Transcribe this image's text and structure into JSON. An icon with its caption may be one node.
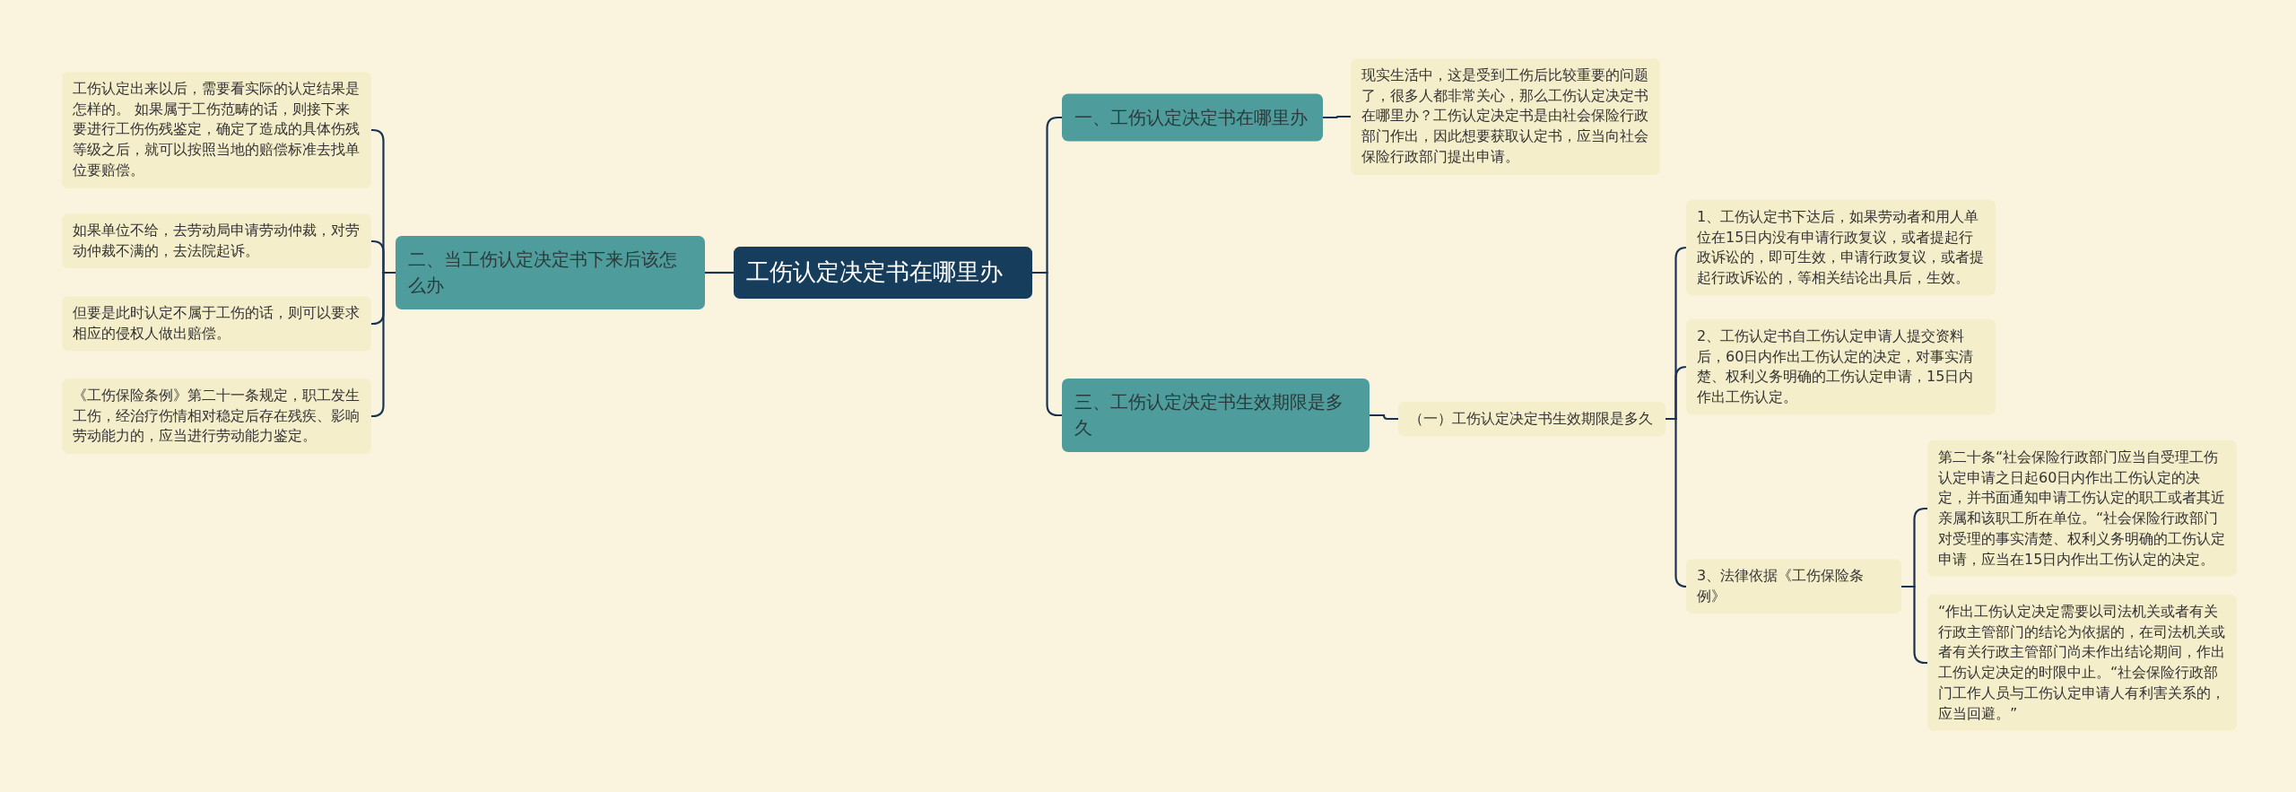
{
  "diagram": {
    "nodes": [
      {
        "text": [
          "工伤认定决定书在哪里办"
        ]
      },
      {
        "text": [
          "一、工伤认定决定书在哪里办"
        ]
      },
      {
        "text": [
          "现实生活中，这是受到工伤后比较重要的问题了，很多人都非常关心，那么工伤认定决定书在哪里办？工伤认定决定书是由社会保险行政部门作出，因此想要获取认定书，应当向社会保险行政部门提出申请。"
        ]
      },
      {
        "text": [
          "三、工伤认定决定书生效期限是多久"
        ]
      },
      {
        "text": [
          "（一）工伤认定决定书生效期限是多久"
        ]
      },
      {
        "text": [
          "1、工伤认定书下达后，如果劳动者和用人单位在15日内没有申请行政复议，或者提起行政诉讼的，即可生效，申请行政复议，或者提起行政诉讼的，等相关结论出具后，生效。"
        ]
      },
      {
        "text": [
          "2、工伤认定书自工伤认定申请人提交资料后，60日内作出工伤认定的决定，对事实清楚、权利义务明确的工伤认定申请，15日内作出工伤认定。"
        ]
      },
      {
        "text": [
          "3、法律依据《工伤保险条例》"
        ]
      },
      {
        "text": [
          "第二十条“社会保险行政部门应当自受理工伤认定申请之日起60日内作出工伤认定的决定，并书面通知申请工伤认定的职工或者其近亲属和该职工所在单位。“社会保险行政部门对受理的事实清楚、权利义务明确的工伤认定申请，应当在15日内作出工伤认定的决定。"
        ]
      },
      {
        "text": [
          "“作出工伤认定决定需要以司法机关或者有关行政主管部门的结论为依据的，在司法机关或者有关行政主管部门尚未作出结论期间，作出工伤认定决定的时限中止。“社会保险行政部门工作人员与工伤认定申请人有利害关系的，应当回避。”"
        ]
      },
      {
        "text": [
          "二、当工伤认定决定书下来后该怎么办"
        ]
      },
      {
        "text": [
          "工伤认定出来以后，需要看实际的认定结果是怎样的。 如果属于工伤范畴的话，则接下来要进行工伤伤残鉴定，确定了造成的具体伤残等级之后，就可以按照当地的赔偿标准去找单位要赔偿。"
        ]
      },
      {
        "text": [
          "如果单位不给，去劳动局申请劳动仲裁，对劳动仲裁不满的，去法院起诉。"
        ]
      },
      {
        "text": [
          "但要是此时认定不属于工伤的话，则可以要求相应的侵权人做出赔偿。"
        ]
      },
      {
        "text": [
          "《工伤保险条例》第二十一条规定，职工发生工伤，经治疗伤情相对稳定后存在残疾、影响劳动能力的，应当进行劳动能力鉴定。"
        ]
      }
    ],
    "edges": [
      {
        "from": 0,
        "to": 1,
        "arrow": "none"
      },
      {
        "from": 1,
        "to": 2,
        "arrow": "none"
      },
      {
        "from": 0,
        "to": 3,
        "arrow": "none"
      },
      {
        "from": 3,
        "to": 4,
        "arrow": "none"
      },
      {
        "from": 4,
        "to": 5,
        "arrow": "none"
      },
      {
        "from": 4,
        "to": 6,
        "arrow": "none"
      },
      {
        "from": 4,
        "to": 7,
        "arrow": "none"
      },
      {
        "from": 7,
        "to": 8,
        "arrow": "none"
      },
      {
        "from": 7,
        "to": 9,
        "arrow": "none"
      },
      {
        "from": 0,
        "to": 10,
        "arrow": "none"
      },
      {
        "from": 10,
        "to": 11,
        "arrow": "none"
      },
      {
        "from": 10,
        "to": 12,
        "arrow": "none"
      },
      {
        "from": 10,
        "to": 13,
        "arrow": "none"
      },
      {
        "from": 10,
        "to": 14,
        "arrow": "none"
      }
    ]
  }
}
